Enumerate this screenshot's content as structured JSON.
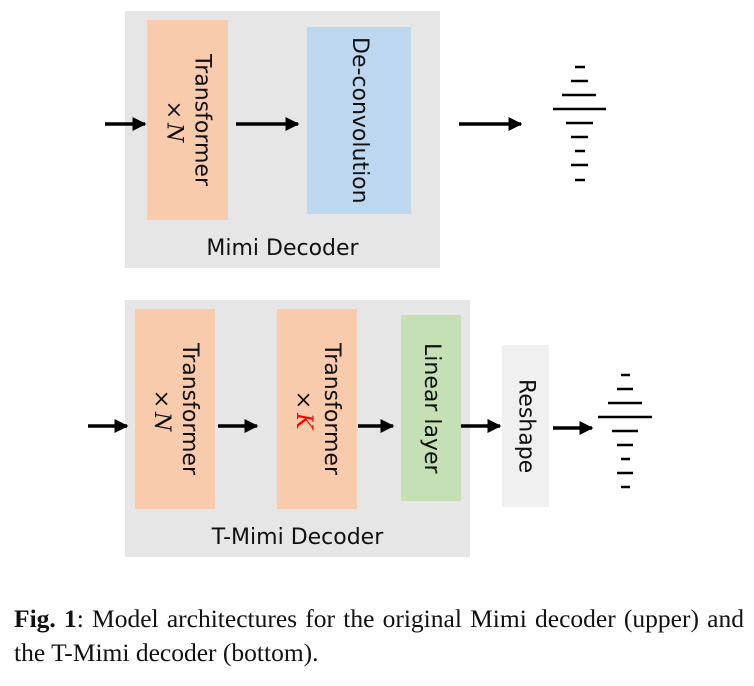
{
  "upper": {
    "group_label": "Mimi Decoder",
    "transformer": {
      "label": "Transformer",
      "mult_symbol": "×",
      "mult_var": "N"
    },
    "deconv": {
      "label": "De-convolution"
    }
  },
  "lower": {
    "group_label": "T-Mimi Decoder",
    "transformer_n": {
      "label": "Transformer",
      "mult_symbol": "×",
      "mult_var": "N"
    },
    "transformer_k": {
      "label": "Transformer",
      "mult_symbol": "×",
      "mult_var": "K"
    },
    "linear": {
      "label": "Linear layer"
    },
    "reshape": {
      "label": "Reshape"
    }
  },
  "colors": {
    "group_bg": "#e6e6e6",
    "transformer": "#f8cbad",
    "deconv": "#bdd7ee",
    "linear": "#c5e0b4",
    "reshape": "#f0f0f0",
    "highlight_var": "#ff0000"
  },
  "caption": {
    "fig_label": "Fig. 1",
    "text": ":  Model architectures for the original Mimi decoder (upper) and the T-Mimi decoder (bottom)."
  }
}
